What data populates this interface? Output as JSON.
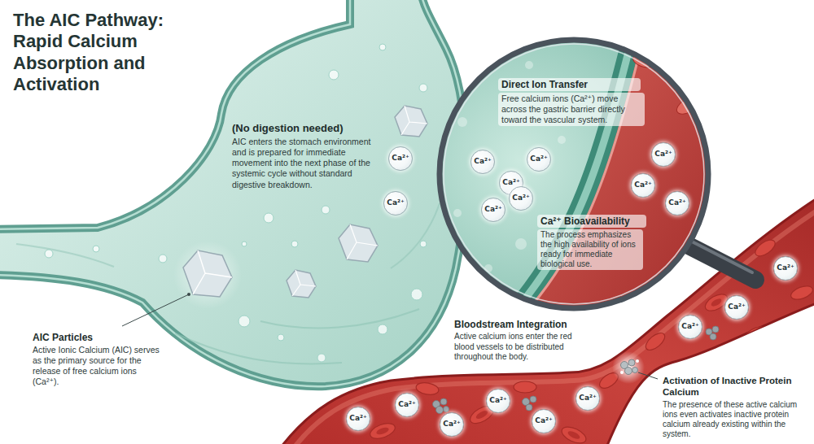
{
  "diagram": {
    "title": "The AIC Pathway: Rapid Calcium Absorption and Activation",
    "nodes": [
      {
        "text": [
          "(No digestion needed)",
          "AIC enters the stomach environment and is prepared for immediate movement into the next phase of the systemic cycle without standard digestive breakdown."
        ]
      },
      {
        "text": [
          "Ca²⁺"
        ],
        "in": 0
      },
      {
        "text": [
          "Ca²⁺"
        ],
        "in": 0
      },
      {
        "text": [
          "Direct Ion Transfer",
          "Free calcium ions (Ca²⁺) move across the gastric barrier directly toward the vascular system.",
          "Ca²⁺ Bioavailability",
          "The process emphasizes the high availability of ions ready for immediate biological use."
        ]
      },
      {
        "text": [
          "Ca²⁺"
        ],
        "in": 3
      },
      {
        "text": [
          "Ca²⁺"
        ],
        "in": 3
      },
      {
        "text": [
          "Ca²⁺"
        ],
        "in": 3
      },
      {
        "text": [
          "Ca²⁺"
        ],
        "in": 3
      },
      {
        "text": [
          "Ca²⁺"
        ],
        "in": 3
      },
      {
        "text": [
          "Ca²⁺"
        ],
        "in": 3
      },
      {
        "text": [
          "Ca²⁺"
        ],
        "in": 3
      },
      {
        "text": [
          "Ca²⁺"
        ],
        "in": 3
      },
      {
        "text": [
          "Bloodstream Integration",
          "Active calcium ions enter the red blood vessels to be distributed throughout the body."
        ]
      },
      {
        "text": [
          "Ca²⁺"
        ],
        "in": 12
      },
      {
        "text": [
          "Ca²⁺"
        ],
        "in": 12
      },
      {
        "text": [
          "Ca²⁺"
        ],
        "in": 12
      },
      {
        "text": [
          "Ca²⁺"
        ],
        "in": 12
      },
      {
        "text": [
          "Ca²⁺"
        ],
        "in": 12
      },
      {
        "text": [
          "Ca²⁺"
        ],
        "in": 12
      },
      {
        "text": [
          "Ca²⁺"
        ],
        "in": 12
      },
      {
        "text": [
          "Ca²⁺"
        ],
        "in": 12
      },
      {
        "text": [
          "Ca²⁺"
        ],
        "in": 12
      }
    ],
    "labels": [
      "AIC Particles",
      "Active Ionic Calcium (AIC) serves as the primary source for the release of free calcium ions (Ca²⁺).",
      "Activation of Inactive Protein Calcium",
      "The presence of these active calcium ions even activates inactive protein calcium already existing within the system."
    ]
  }
}
